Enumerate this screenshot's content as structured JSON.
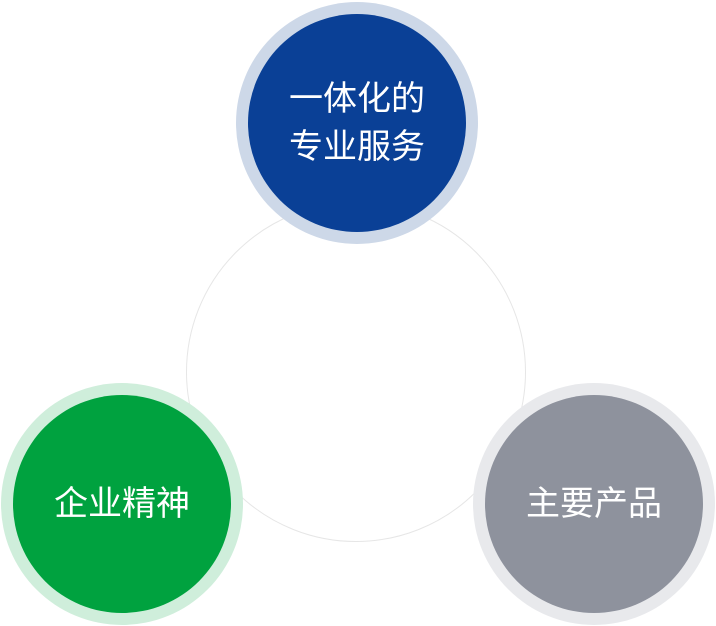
{
  "nodes": [
    {
      "lines": [
        "一体化的",
        "专业服务"
      ],
      "color": "#0a4096"
    },
    {
      "lines": [
        "企业精神"
      ],
      "color": "#00a23f"
    },
    {
      "lines": [
        "主要产品"
      ],
      "color": "#8e929d"
    }
  ]
}
